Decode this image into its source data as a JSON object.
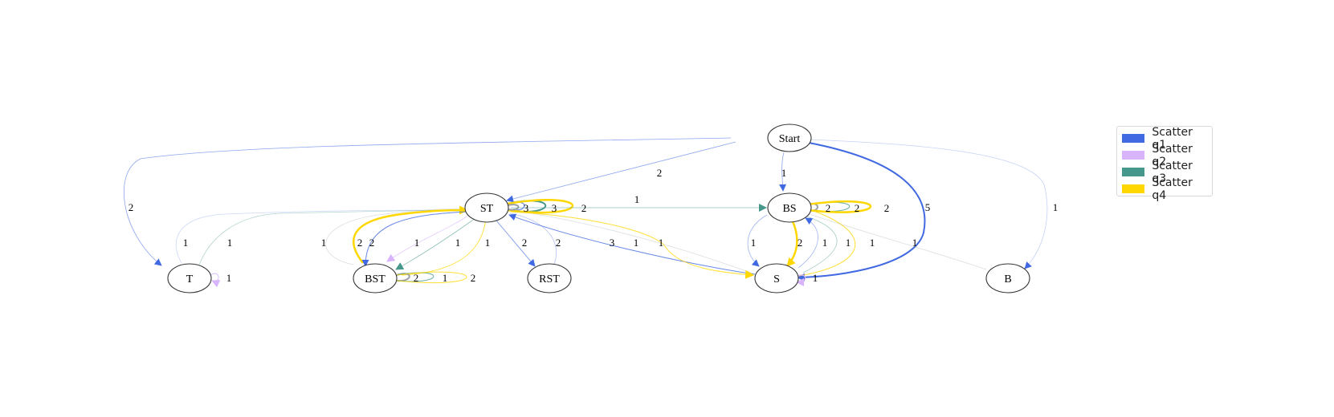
{
  "colors": {
    "q1": "#4169e1",
    "q2": "#d8b4fa",
    "q3": "#46988c",
    "q4": "#ffd700"
  },
  "nodes": {
    "start": "Start",
    "st": "ST",
    "bs": "BS",
    "t": "T",
    "bst": "BST",
    "rst": "RST",
    "s": "S",
    "b": "B"
  },
  "edge_labels": {
    "start_t": "2",
    "start_st": "2",
    "start_bs": "1",
    "start_s": "5",
    "start_b": "1",
    "st_loop_q1": "3",
    "st_loop_q3": "3",
    "st_loop_q4": "2",
    "st_bs": "1",
    "t_st_a": "1",
    "t_st_b": "1",
    "t_loop": "1",
    "bst_st_a": "1",
    "bst_st_q4": "2",
    "st_bst_q1": "2",
    "st_bst_b": "1",
    "st_bst_c": "1",
    "st_bst_q4": "1",
    "st_rst": "2",
    "rst_st": "2",
    "bst_loop_q3": "2",
    "bst_loop_q4": "1",
    "s_st": "3",
    "st_s_a": "1",
    "st_s_q4": "1",
    "bs_loop_q3": "2",
    "bs_loop_b": "2",
    "bs_loop_q4": "2",
    "bs_s_a": "1",
    "bs_s_q4": "2",
    "s_bs_a": "1",
    "s_bs_b": "1",
    "s_bs_q4": "1",
    "s_loop": "1",
    "b_bs": "1"
  },
  "legend": [
    {
      "label": "Scatter q1",
      "color": "#4169e1"
    },
    {
      "label": "Scatter q2",
      "color": "#d8b4fa"
    },
    {
      "label": "Scatter q3",
      "color": "#46988c"
    },
    {
      "label": "Scatter q4",
      "color": "#ffd700"
    }
  ]
}
